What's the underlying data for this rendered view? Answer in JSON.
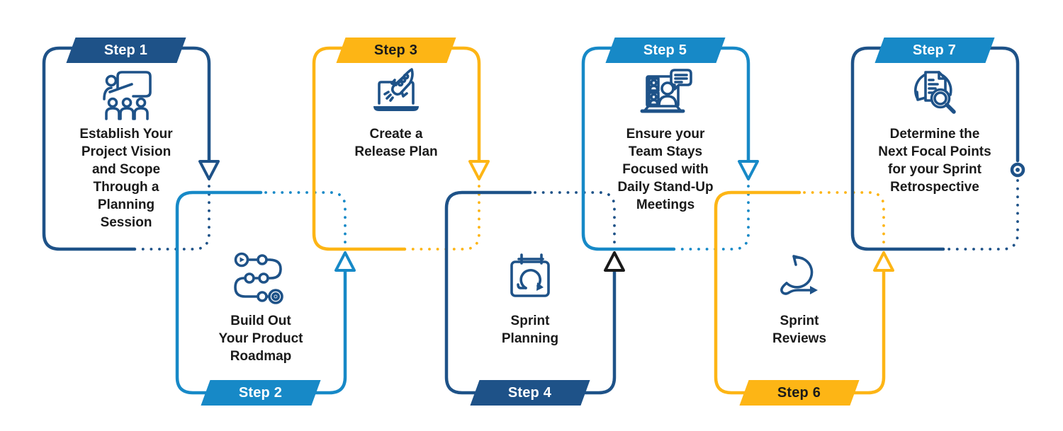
{
  "palette": {
    "navy": "#1E5288",
    "blue": "#1789C7",
    "yellow": "#FDB515",
    "ink": "#1A1A1A",
    "white": "#FFFFFF"
  },
  "steps": [
    {
      "badge": "Step 1",
      "title": "Establish Your\nProject Vision\nand Scope\nThrough a\nPlanning\nSession",
      "accent": "navy",
      "icon": "presentation-audience-icon",
      "row": "top"
    },
    {
      "badge": "Step 2",
      "title": "Build Out\nYour Product\nRoadmap",
      "accent": "blue",
      "icon": "product-roadmap-icon",
      "row": "bottom"
    },
    {
      "badge": "Step 3",
      "title": "Create a\nRelease Plan",
      "accent": "yellow",
      "icon": "rocket-launch-laptop-icon",
      "row": "top"
    },
    {
      "badge": "Step 4",
      "title": "Sprint\nPlanning",
      "accent": "navy",
      "icon": "sprint-calendar-icon",
      "row": "bottom"
    },
    {
      "badge": "Step 5",
      "title": "Ensure your\nTeam Stays\nFocused with\nDaily Stand-Up\nMeetings",
      "accent": "blue",
      "icon": "video-standup-icon",
      "row": "top"
    },
    {
      "badge": "Step 6",
      "title": "Sprint\nReviews",
      "accent": "yellow",
      "icon": "sprint-cycle-icon",
      "row": "bottom"
    },
    {
      "badge": "Step 7",
      "title": "Determine the\nNext Focal Points\nfor your Sprint\nRetrospective",
      "accent": "blue",
      "icon": "retrospective-review-icon",
      "row": "top"
    }
  ]
}
